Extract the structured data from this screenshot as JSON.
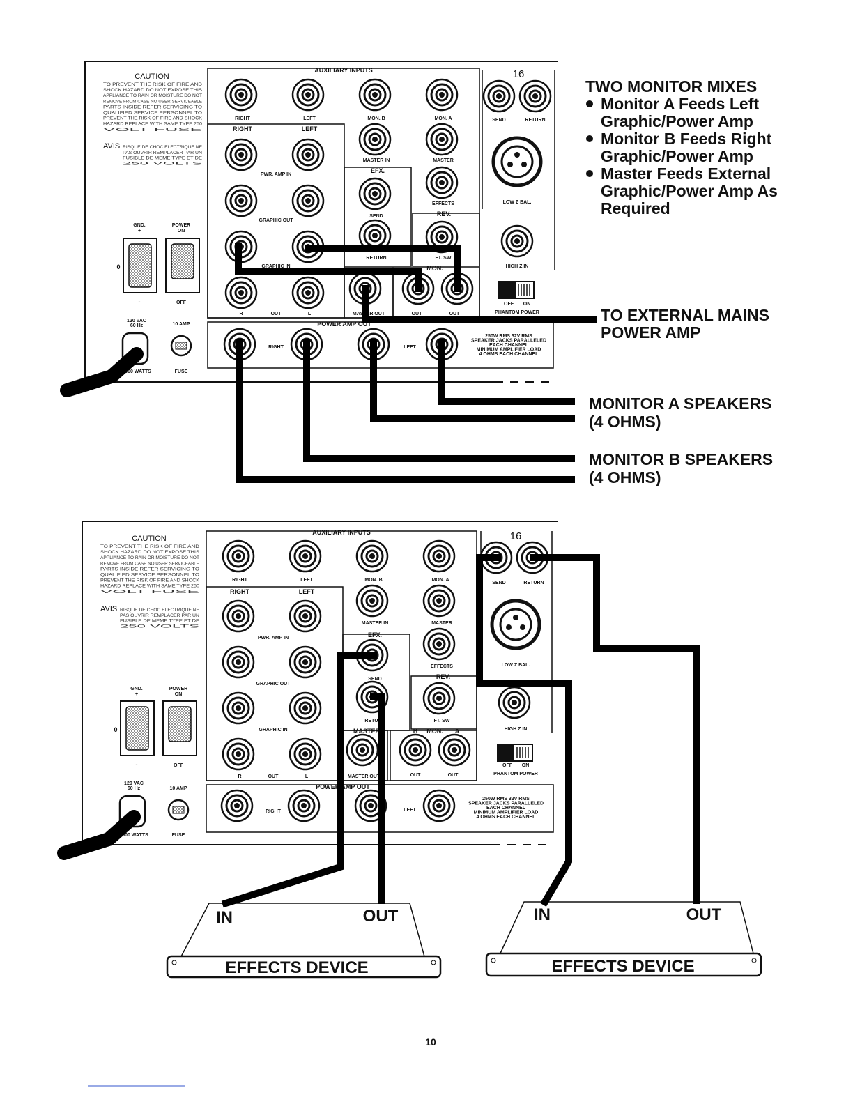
{
  "page_number": "10",
  "top_diagram": {
    "caution_title": "CAUTION",
    "caution_text": "TO PREVENT THE RISK OF FIRE AND SHOCK HAZARD DO NOT EXPOSE THIS APPLIANCE TO RAIN OR MOISTURE DO NOT REMOVE FROM CASE NO USER SERVICEABLE PARTS INSIDE REFER SERVICING TO QUALIFIED SERVICE PERSONNEL TO PREVENT THE RISK OF FIRE AND SHOCK HAZARD REPLACE WITH SAME TYPE 250 VOLT FUSE",
    "avis_title": "AVIS",
    "avis_text": "RISQUE DE CHOC ELECTRIQUE NE PAS OUVRIR REMPLACER PAR UN FUSIBLE DE MEME TYPE ET DE 250 VOLTS",
    "heading": "TWO MONITOR MIXES",
    "bullets": [
      [
        "Monitor A Feeds Left",
        "Graphic/Power Amp"
      ],
      [
        "Monitor B Feeds Right",
        "Graphic/Power Amp"
      ],
      [
        "Master Feeds External",
        "Graphic/Power Amp As",
        "Required"
      ]
    ],
    "callouts": {
      "external": [
        "TO EXTERNAL MAINS",
        "POWER AMP"
      ],
      "monitor_a": [
        "MONITOR A SPEAKERS",
        "(4 OHMS)"
      ],
      "monitor_b": [
        "MONITOR B SPEAKERS",
        "(4 OHMS)"
      ]
    }
  },
  "bottom_diagram": {
    "caution_title": "CAUTION",
    "caution_text": "TO PREVENT THE RISK OF FIRE AND SHOCK HAZARD DO NOT EXPOSE THIS APPLIANCE TO RAIN OR MOISTURE DO NOT REMOVE FROM CASE NO USER SERVICEABLE PARTS INSIDE REFER SERVICING TO QUALIFIED SERVICE PERSONNEL TO PREVENT THE RISK OF FIRE AND SHOCK HAZARD REPLACE WITH SAME TYPE 250 VOLT FUSE",
    "avis_title": "AVIS",
    "avis_text": "RISQUE DE CHOC ELECTRIQUE NE PAS OUVRIR REMPLACER PAR UN FUSIBLE DE MEME TYPE ET DE 250 VOLTS",
    "effects_devices": [
      {
        "label": "EFFECTS DEVICE",
        "in": "IN",
        "out": "OUT"
      },
      {
        "label": "EFFECTS DEVICE",
        "in": "IN",
        "out": "OUT"
      }
    ]
  },
  "panel_labels": {
    "aux_inputs": "AUXILIARY INPUTS",
    "channel": "16",
    "right": "RIGHT",
    "left": "LEFT",
    "mon_b": "MON. B",
    "mon_a": "MON. A",
    "send": "SEND",
    "return": "RETURN",
    "master_in": "MASTER IN",
    "master": "MASTER",
    "pwr_amp_in": "PWR. AMP IN",
    "efx": "EFX.",
    "effects": "EFFECTS",
    "graphic_out": "GRAPHIC OUT",
    "graphic_in": "GRAPHIC IN",
    "rev": "REV.",
    "ft_sw": "FT. SW",
    "low_z_bal": "LOW Z BAL.",
    "high_z_in": "HIGH Z IN",
    "mon": "MON.",
    "b": "B",
    "a": "A",
    "r": "R",
    "l": "L",
    "out": "OUT",
    "master_out": "MASTER OUT",
    "off": "OFF",
    "on": "ON",
    "phantom_power": "PHANTOM POWER",
    "gnd": "GND.",
    "plus": "+",
    "minus": "-",
    "zero": "0",
    "power_on": [
      "POWER",
      "ON"
    ],
    "power_amp_out": "POWER AMP OUT",
    "vac": [
      "120 VAC",
      "60 Hz"
    ],
    "amp10": "10 AMP",
    "watts": "900 WATTS",
    "fuse": "FUSE",
    "spec": [
      "250W RMS 32V RMS",
      "SPEAKER JACKS PARALLELED",
      "EACH CHANNEL",
      "MINIMUM AMPLIFIER LOAD",
      "4 OHMS EACH CHANNEL"
    ]
  },
  "colors": {
    "ink": "#111111",
    "background": "#ffffff"
  }
}
